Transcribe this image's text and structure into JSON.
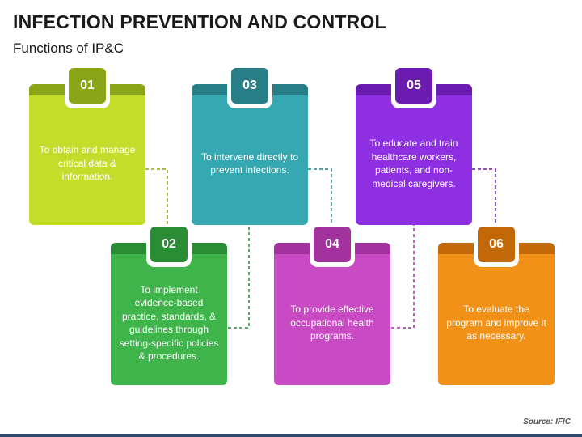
{
  "header": {
    "title": "INFECTION PREVENTION AND CONTROL",
    "subtitle": "Functions of IP&C"
  },
  "cards": [
    {
      "number": "01",
      "text": "To obtain and manage critical data & information.",
      "tab_color": "#8aa518",
      "body_color": "#c3dd2a",
      "badge_color": "#8aa518"
    },
    {
      "number": "02",
      "text": "To implement evidence-based practice, standards, & guidelines through setting-specific policies & procedures.",
      "tab_color": "#2a8c35",
      "body_color": "#3fb44a",
      "badge_color": "#2a8c35"
    },
    {
      "number": "03",
      "text": "To intervene directly to prevent infections.",
      "tab_color": "#277e86",
      "body_color": "#35a8b2",
      "badge_color": "#277e86"
    },
    {
      "number": "04",
      "text": "To provide effective occupational health programs.",
      "tab_color": "#a2329e",
      "body_color": "#c84bc4",
      "badge_color": "#a2329e"
    },
    {
      "number": "05",
      "text": "To educate and train healthcare workers, patients, and non-medical caregivers.",
      "tab_color": "#6a1cb0",
      "body_color": "#8f2fe2",
      "badge_color": "#6a1cb0"
    },
    {
      "number": "06",
      "text": "To evaluate the program and improve it as necessary.",
      "tab_color": "#c26808",
      "body_color": "#f29117",
      "badge_color": "#c26808"
    }
  ],
  "footer": {
    "source": "Source: IFIC"
  }
}
